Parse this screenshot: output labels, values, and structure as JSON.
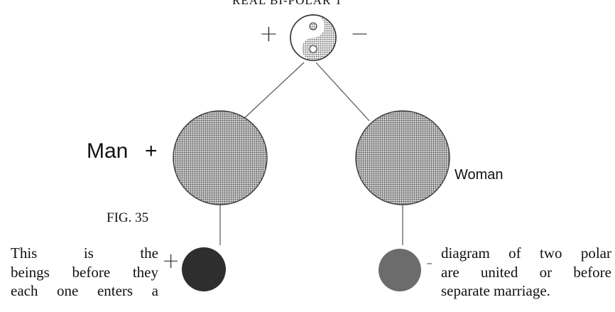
{
  "header_text": "REAL BI-POLAR T",
  "top_signs": {
    "plus": "+",
    "minus": "−"
  },
  "man": {
    "label": "Man",
    "sign": "+"
  },
  "woman": {
    "label": "Woman"
  },
  "figure_label": "FIG. 35",
  "bottom_signs": {
    "plus": "+",
    "minus": "-"
  },
  "caption_left_lines": [
    "This is the",
    "beings before they",
    "each one enters a"
  ],
  "caption_right_lines": [
    "diagram of two polar",
    "are united or before",
    "separate marriage."
  ],
  "colors": {
    "top_circle_fill": "#d8d8d8",
    "large_circle_fill": "#cfcfcf",
    "bottom_left_fill": "#2e2e2e",
    "bottom_right_fill": "#6c6c6c",
    "line": "#555555"
  }
}
